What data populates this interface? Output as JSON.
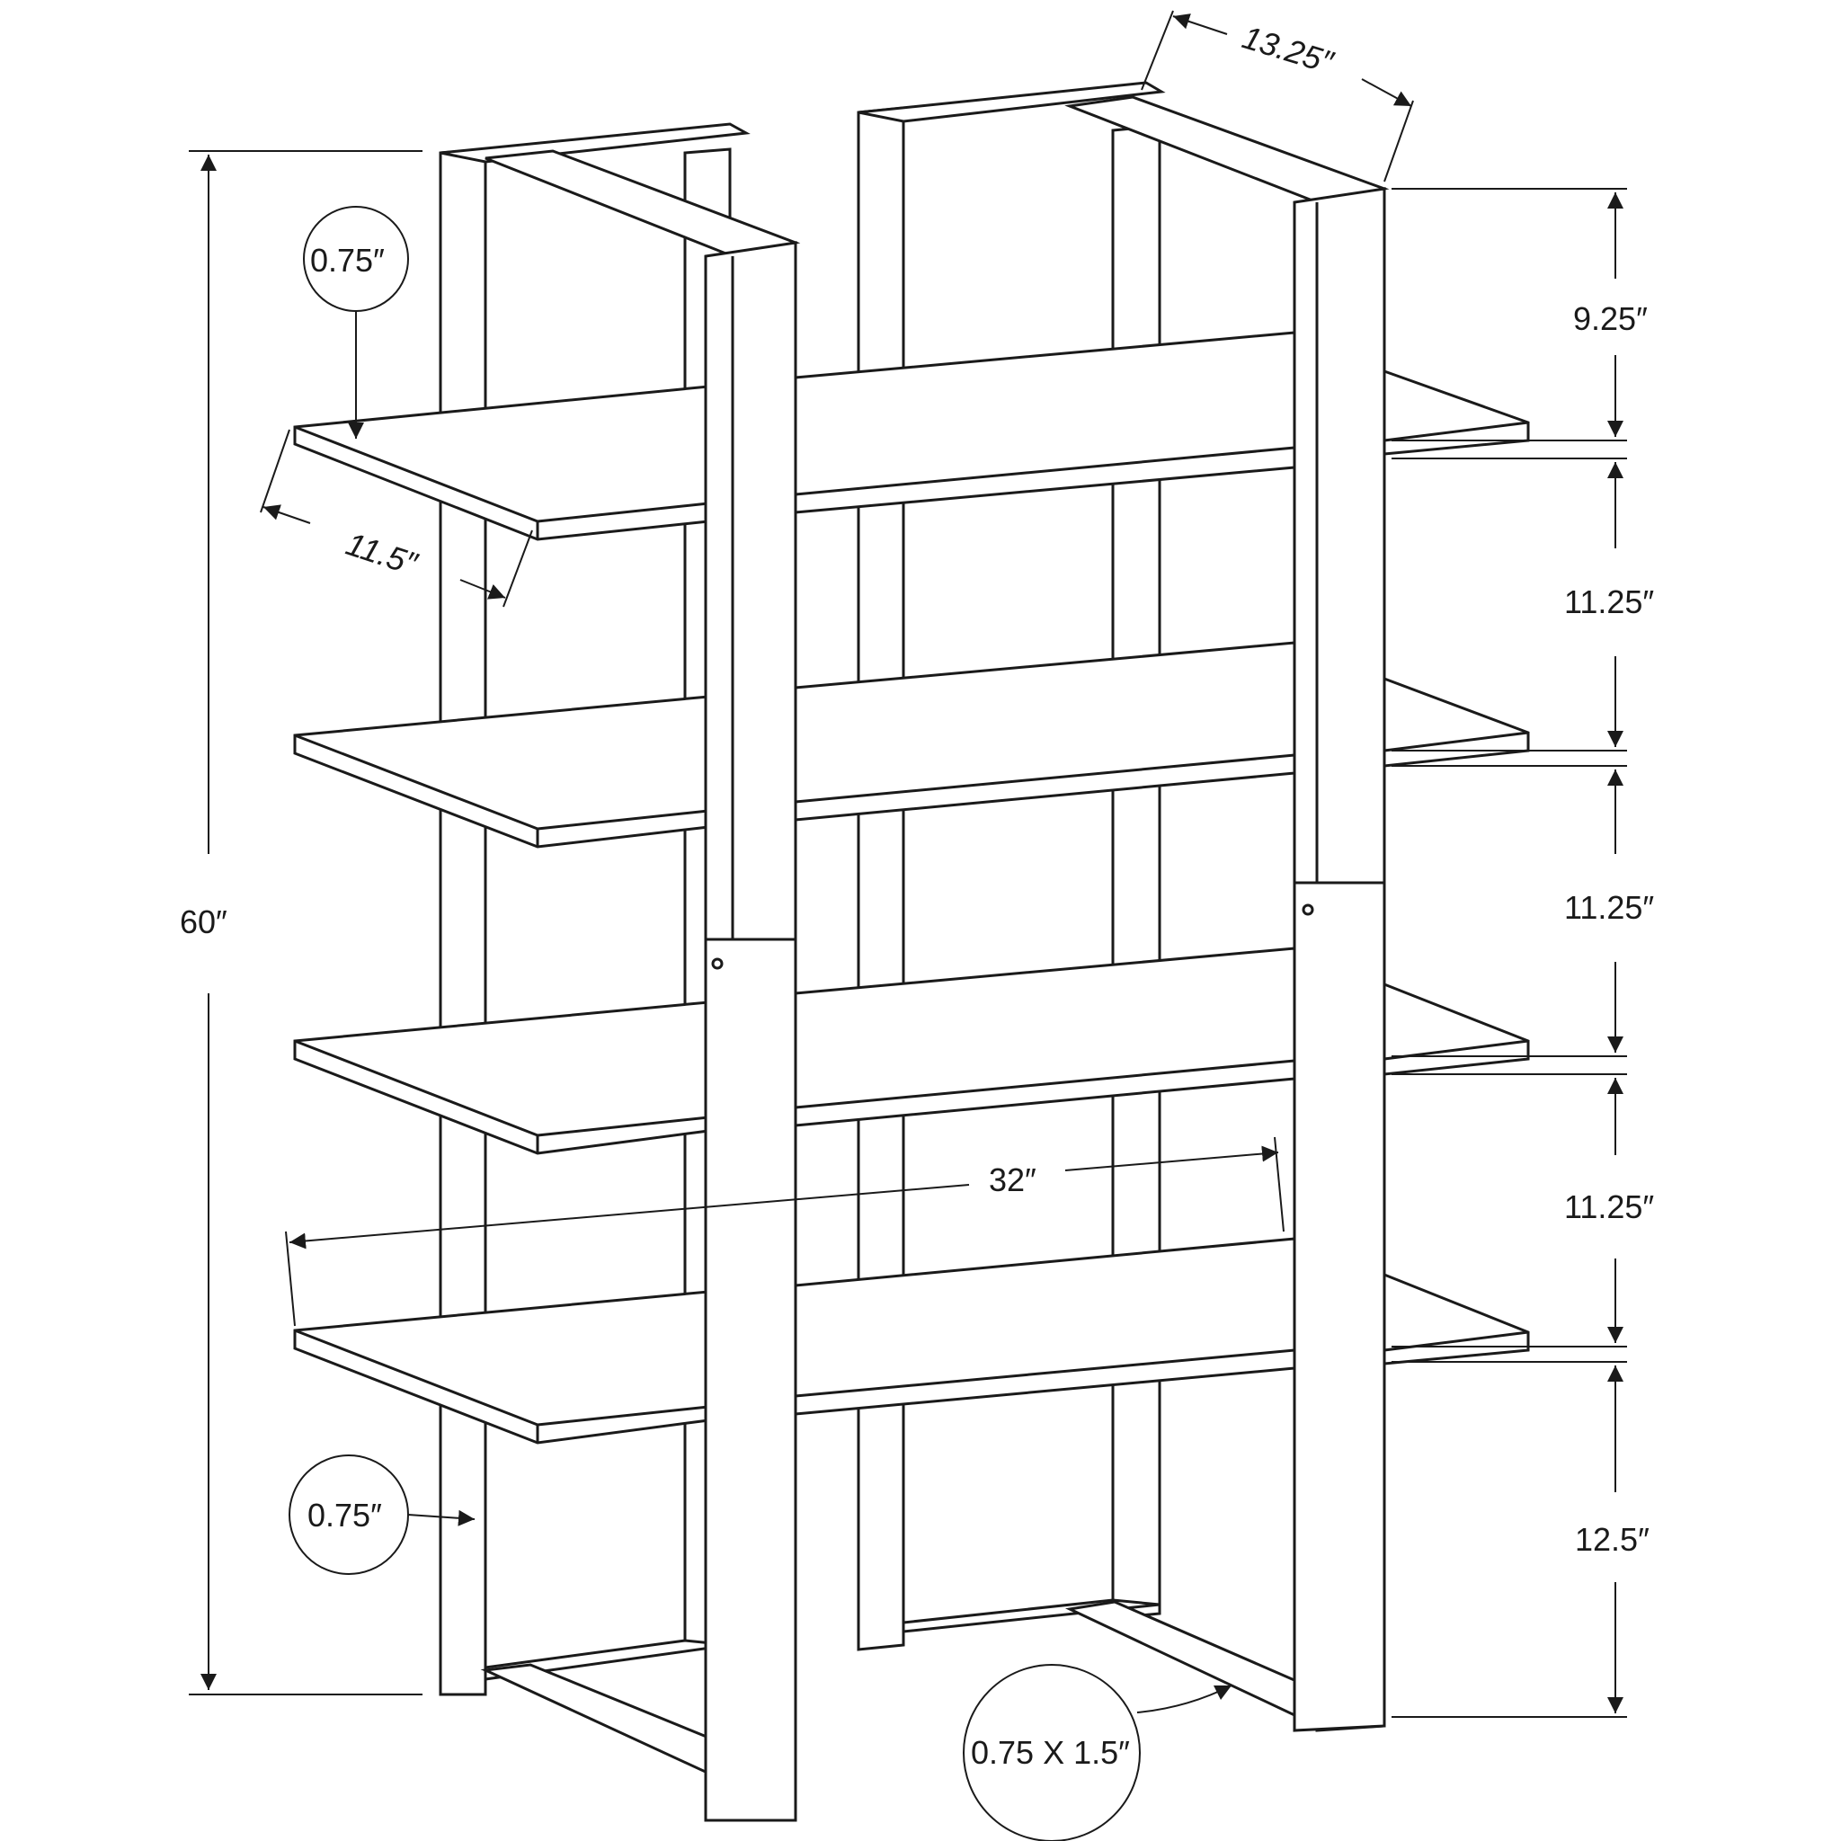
{
  "dimensions": {
    "depth_top": "13.25″",
    "total_height": "60″",
    "width": "32″",
    "shelf_depth": "11.5″",
    "gap_top": "9.25″",
    "gap_1": "11.25″",
    "gap_2": "11.25″",
    "gap_3": "11.25″",
    "gap_bottom": "12.5″"
  },
  "callouts": {
    "shelf_thickness": "0.75″",
    "frame_thickness": "0.75″",
    "frame_profile": "0.75 X 1.5″"
  }
}
